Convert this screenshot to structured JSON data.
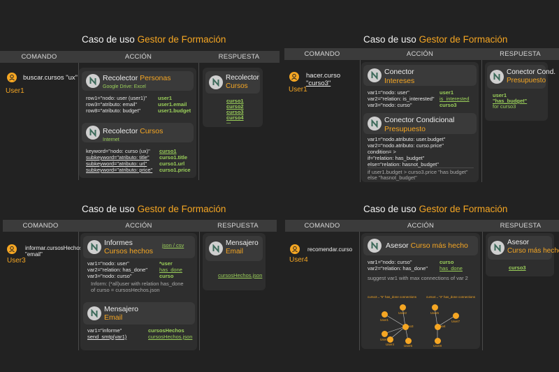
{
  "panels": [
    {
      "title_prefix": "Caso de uso",
      "title_hl": "Gestor de Formación",
      "headers": [
        "COMANDO",
        "ACCIÓN",
        "RESPUESTA"
      ],
      "command": "buscar.cursos \"ux\"",
      "user": "User1",
      "cards": [
        {
          "title": "Recolector",
          "title_hl": "Personas",
          "subtitle": "Google Drive: Excel",
          "rows": [
            "row1=\"nodo: user (user1)\"",
            "row3=\"atributo: email\"",
            "row8=\"atributo: budget\""
          ],
          "vals": [
            "user1",
            "user1.email",
            "user1.budget"
          ]
        },
        {
          "title": "Recolector",
          "title_hl": "Cursos",
          "subtitle": "Internet",
          "rows": [
            "keyword=\"nodo: curso (ux)\"",
            "subkeyword=\"atributo: title\"",
            "subkeyword=\"atributo: url\"",
            "subkeyword=\"atributo: price\""
          ],
          "vals": [
            "curso1",
            "curso1.title",
            "curso1.url",
            "curso1.price"
          ]
        }
      ],
      "response": {
        "title": "Recolector",
        "title_hl": "Cursos",
        "items": [
          "curso1",
          "curso2",
          "curso3",
          "curso4",
          "..."
        ]
      }
    },
    {
      "title_prefix": "Caso de uso",
      "title_hl": "Gestor de Formación",
      "headers": [
        "COMANDO",
        "ACCIÓN",
        "RESPUESTA"
      ],
      "command_1": "hacer.curso",
      "command_2": "\"curso3\"",
      "user": "User1",
      "cards": [
        {
          "title": "Conector",
          "title_hl": "Intereses",
          "rows": [
            "var1=\"nodo: user\"",
            "var2=\"relation: is_interested\"",
            "var3=\"nodo: curso\""
          ],
          "vals": [
            "user1",
            "is_interested",
            "curso3"
          ]
        },
        {
          "title": "Conector Condicional",
          "title_hl": "Presupuesto",
          "rows": [
            "var1=\"nodo.atributo: user.budget\"",
            "var2=\"nodo.atributo: curso.price\"",
            "condition= >",
            "if=\"relation: has_budget\"",
            "else=\"relation: hasnot_budget\""
          ],
          "footer_1": "if user1.budget > curso3.price \"has budget\"",
          "footer_2": "else \"hasnot_budget\""
        }
      ],
      "response": {
        "title": "Conector Cond.",
        "title_hl": "Presupuesto",
        "items": [
          "user1",
          "\"has_budget\"",
          "for curso3"
        ]
      }
    },
    {
      "title_prefix": "Caso de uso",
      "title_hl": "Gestor de Formación",
      "headers": [
        "COMANDO",
        "ACCIÓN",
        "RESPUESTA"
      ],
      "command_1": "informar.cursosHechos",
      "command_2": "\"email\"",
      "user": "User3",
      "cards": [
        {
          "title": "Informes",
          "title_hl": "Cursos hechos",
          "tag": "json / csv",
          "rows": [
            "var1=\"nodo: user\"",
            "var2=\"relation: has_done\"",
            "var3=\"nodo: curso\""
          ],
          "vals": [
            "*user",
            "has_done",
            "curso"
          ],
          "note_1": "Inform: (*all)user with relation has_done",
          "note_2": "of curso = cursosHechos.json"
        },
        {
          "title": "Mensajero",
          "title_hl": "Email",
          "rows": [
            "var1=\"informe\"",
            "send_smtp(var1)"
          ],
          "vals": [
            "cursosHechos",
            "cursosHechos.json"
          ]
        }
      ],
      "response": {
        "title": "Mensajero",
        "title_hl": "Email",
        "items": [
          "cursosHechos.json"
        ]
      }
    },
    {
      "title_prefix": "Caso de uso",
      "title_hl": "Gestor de Formación",
      "headers": [
        "COMANDO",
        "ACCIÓN",
        "RESPUESTA"
      ],
      "command": "recomendar.curso",
      "user": "User4",
      "cards": [
        {
          "title": "Asesor",
          "title_hl": "Curso más hecho",
          "rows": [
            "var1=\"nodo: curso\"",
            "var2=\"relation: has_done\""
          ],
          "vals": [
            "curso",
            "has_done"
          ],
          "note": "suggest var1 with max connections of var 2",
          "graph_label_1": "curso3→\"5\" has_done connections",
          "graph_label_2": "curso4→\"3\" has_done connections",
          "graph_center_1": "curso3",
          "graph_center_2": "curso4",
          "graph_users": [
            "User1",
            "User2",
            "User3",
            "User4",
            "User5",
            "User6",
            "User7",
            "User8"
          ]
        }
      ],
      "response": {
        "title": "Asesor",
        "title_hl": "Curso más hecho",
        "items": [
          "curso3"
        ]
      }
    }
  ],
  "colors": {
    "accent": "#f5a623",
    "green": "#9bd05a",
    "background": "#222222",
    "header": "#3b3b3b",
    "card": "#3a3a3a"
  },
  "icons": {
    "action": "n-logo-icon",
    "user": "user-icon"
  }
}
